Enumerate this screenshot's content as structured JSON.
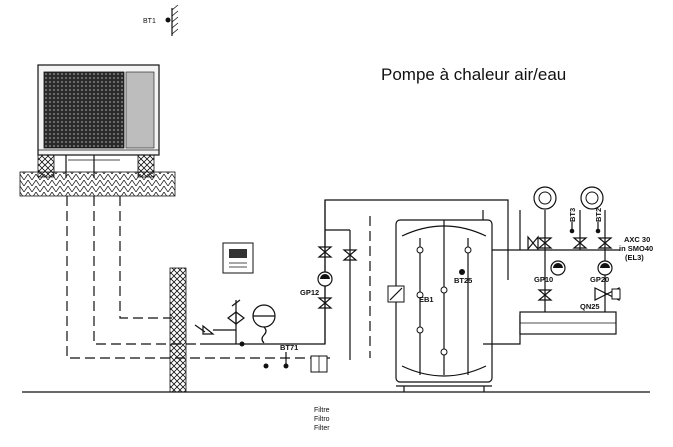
{
  "title": "Pompe à chaleur air/eau",
  "labels": {
    "bt1": "BT1",
    "gp12": "GP12",
    "bt71": "BT71",
    "eb1": "EB1",
    "bt25": "BT25",
    "gp10": "GP10",
    "gp20": "GP20",
    "qn25": "QN25",
    "bt3": "BT3",
    "bt2": "BT2",
    "axc_line1": "AXC 30",
    "axc_line2": "in SMO40",
    "axc_line3": "(EL3)",
    "filter_fr": "Filtre",
    "filter_it": "Filtro",
    "filter_en": "Filter"
  },
  "colors": {
    "line": "#111111",
    "background": "#ffffff"
  }
}
